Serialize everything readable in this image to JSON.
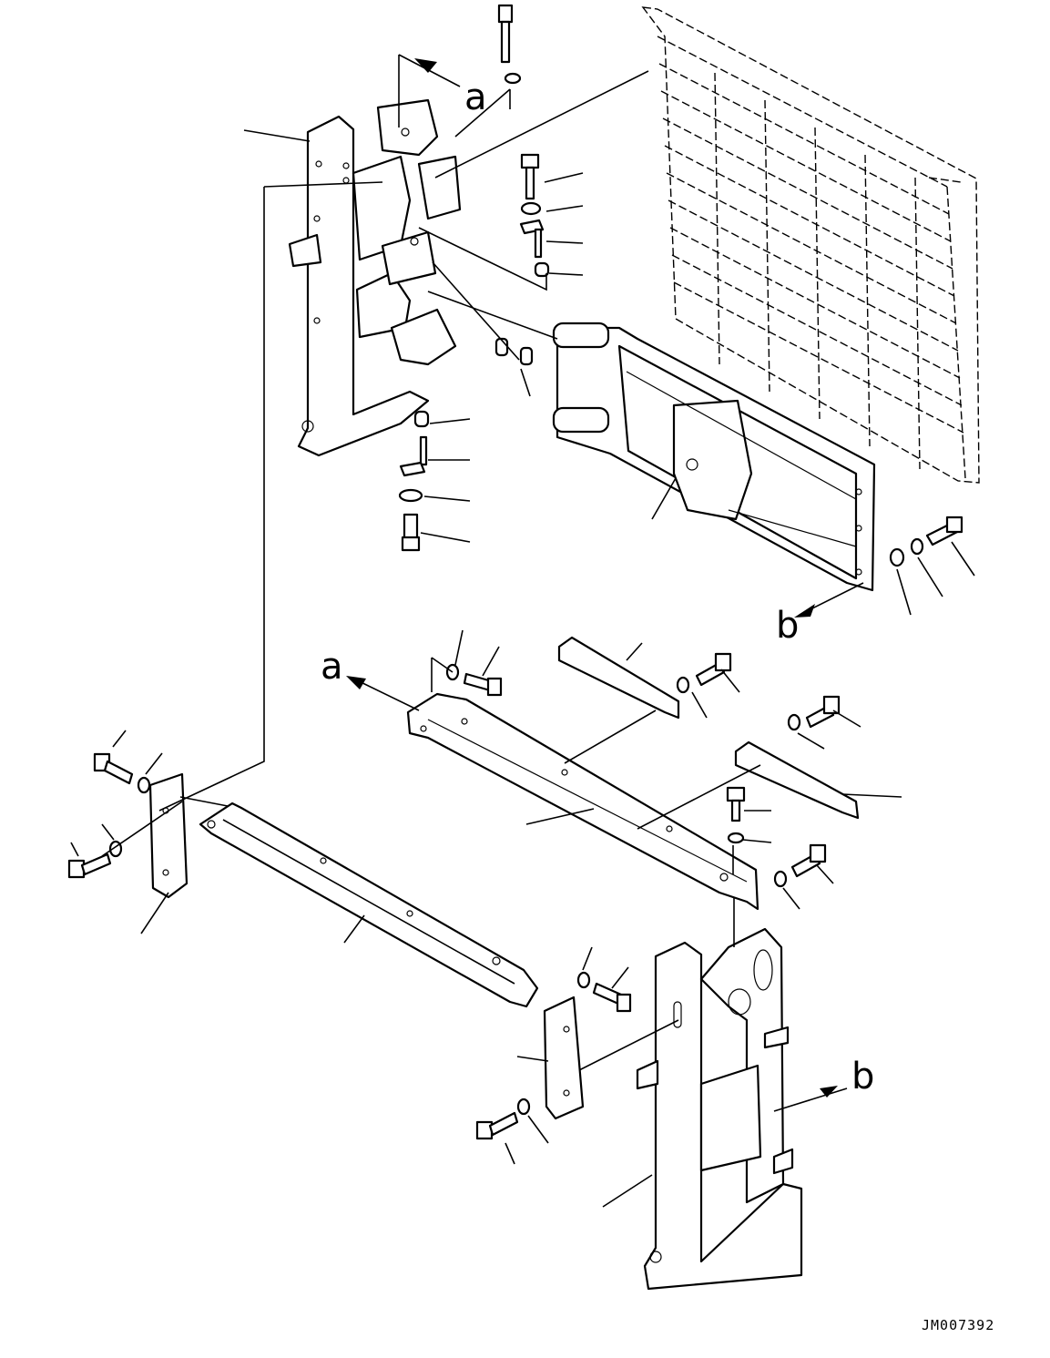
{
  "diagram": {
    "view_labels": [
      "a",
      "b"
    ],
    "drawing_code": "JM007392"
  }
}
